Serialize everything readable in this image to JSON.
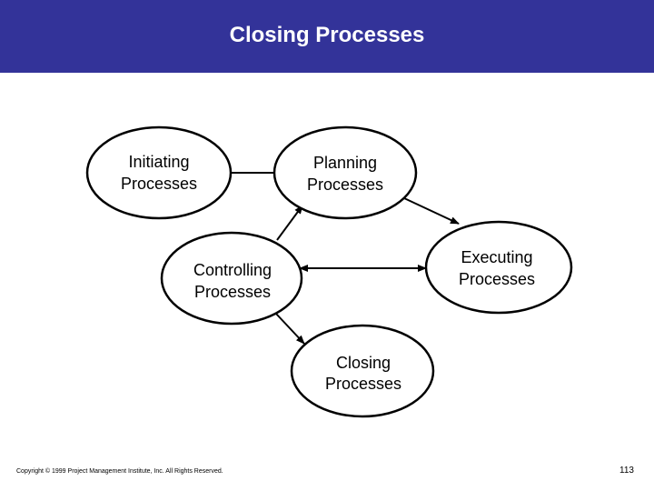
{
  "slide": {
    "title": "Closing Processes",
    "footer": "Copyright © 1999 Project Management Institute, Inc. All Rights Reserved.",
    "page_number": "113"
  },
  "diagram": {
    "nodes": {
      "initiating": {
        "line1": "Initiating",
        "line2": "Processes"
      },
      "planning": {
        "line1": "Planning",
        "line2": "Processes"
      },
      "executing": {
        "line1": "Executing",
        "line2": "Processes"
      },
      "controlling": {
        "line1": "Controlling",
        "line2": "Processes"
      },
      "closing": {
        "line1": "Closing",
        "line2": "Processes"
      }
    },
    "edges": [
      {
        "from": "initiating",
        "to": "planning"
      },
      {
        "from": "planning",
        "to": "executing"
      },
      {
        "from": "executing",
        "to": "controlling",
        "bidirectional": true
      },
      {
        "from": "controlling",
        "to": "planning"
      },
      {
        "from": "controlling",
        "to": "closing"
      }
    ]
  },
  "colors": {
    "title_bar": "#333399",
    "title_text": "#ffffff",
    "stroke": "#000000"
  }
}
